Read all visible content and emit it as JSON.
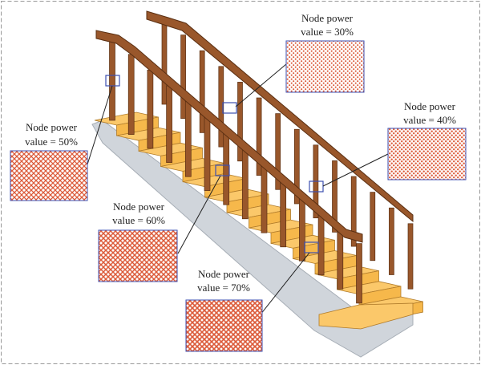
{
  "figure": {
    "callouts": [
      {
        "id": "30",
        "line1": "Node power",
        "line2": "value = 30%",
        "density": 0.3,
        "pattern": "dots"
      },
      {
        "id": "40",
        "line1": "Node power",
        "line2": "value = 40%",
        "density": 0.4,
        "pattern": "dots"
      },
      {
        "id": "50",
        "line1": "Node power",
        "line2": "value = 50%",
        "density": 0.5,
        "pattern": "lattice"
      },
      {
        "id": "60",
        "line1": "Node power",
        "line2": "value = 60%",
        "density": 0.6,
        "pattern": "lattice"
      },
      {
        "id": "70",
        "line1": "Node power",
        "line2": "value = 70%",
        "density": 0.7,
        "pattern": "lattice"
      }
    ]
  },
  "colors": {
    "frame": "#999999",
    "stringer": "#d0d5db",
    "stringer_edge": "#a7aeb6",
    "tread": "#fbc86a",
    "riser": "#f6b84b",
    "wood_edge": "#b07b2a",
    "rail": "#99572b",
    "rail_edge": "#5a2f12",
    "pattern": "#dc5b3a",
    "pattern_bg": "#ffffff",
    "box_border": "#3d4fb0",
    "leader": "#222222"
  }
}
